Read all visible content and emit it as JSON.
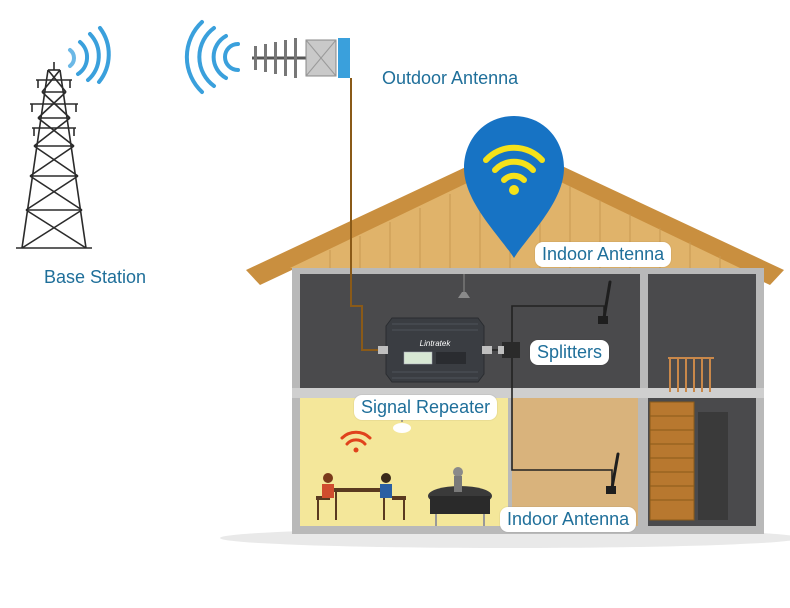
{
  "labels": {
    "outdoor_antenna": "Outdoor Antenna",
    "base_station": "Base Station",
    "indoor_antenna_top": "Indoor Antenna",
    "splitters": "Splitters",
    "signal_repeater": "Signal Repeater",
    "indoor_antenna_bottom": "Indoor Antenna",
    "repeater_brand": "Lintratek"
  },
  "colors": {
    "label_text": "#1f6f9a",
    "signal_blue": "#3aa0dc",
    "wifi_yellow": "#f5e21a",
    "pin_blue": "#1773c4",
    "cable_brown": "#8a5a18",
    "roof_wood": "#d9a55a",
    "wall_dark": "#4a4a4c",
    "room_yellow": "#f4e79a",
    "wifi_red": "#e0431c"
  },
  "icons": [
    "signal-waves-icon",
    "wifi-icon",
    "cell-tower-icon",
    "yagi-antenna-icon",
    "whip-antenna-icon",
    "splitter-icon",
    "repeater-device-icon"
  ]
}
